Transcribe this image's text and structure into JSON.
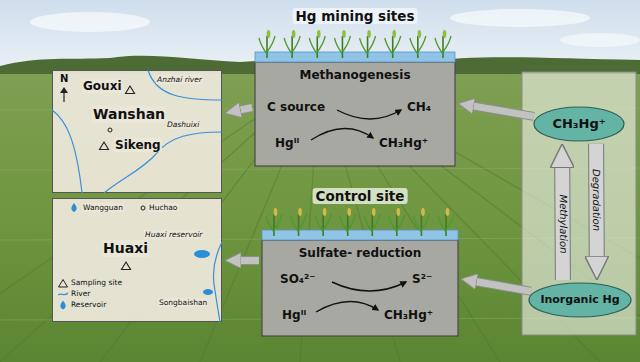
{
  "diagram": {
    "nodes": [
      {
        "text": [
          "Hg mining sites",
          "Methanogenesis",
          "C source",
          "CH₄",
          "Hgᴵᴵ",
          "CH₃Hg⁺"
        ]
      },
      {
        "text": [
          "Control site",
          "Sulfate- reduction",
          "SO₄²⁻",
          "S²⁻",
          "Hgᴵᴵ",
          "CH₃Hg⁺"
        ]
      },
      {
        "text": [
          "CH₃Hg⁺"
        ]
      },
      {
        "text": [
          "Inorganic Hg"
        ]
      },
      {
        "text": [
          "Gouxi",
          "Anzhai river",
          "Wanshan",
          "Dashuixi",
          "Sikeng"
        ]
      },
      {
        "text": [
          "Wangguan",
          "Huchao",
          "Huaxi reservoir",
          "Huaxi",
          "Songbaishan"
        ]
      }
    ],
    "edges": [
      {
        "from": 0,
        "to": 4,
        "arrow": "to"
      },
      {
        "from": 1,
        "to": 5,
        "arrow": "to"
      },
      {
        "from": 2,
        "to": 0,
        "arrow": "to"
      },
      {
        "from": 3,
        "to": 1,
        "arrow": "to"
      },
      {
        "from": 3,
        "to": 2,
        "label": "Methylation",
        "arrow": "to"
      },
      {
        "from": 2,
        "to": 3,
        "label": "Degradation",
        "arrow": "to"
      }
    ],
    "labels": [
      "N"
    ],
    "legend": [
      {
        "text": "Sampling site"
      },
      {
        "text": "River"
      },
      {
        "text": "Reservoir"
      }
    ]
  }
}
